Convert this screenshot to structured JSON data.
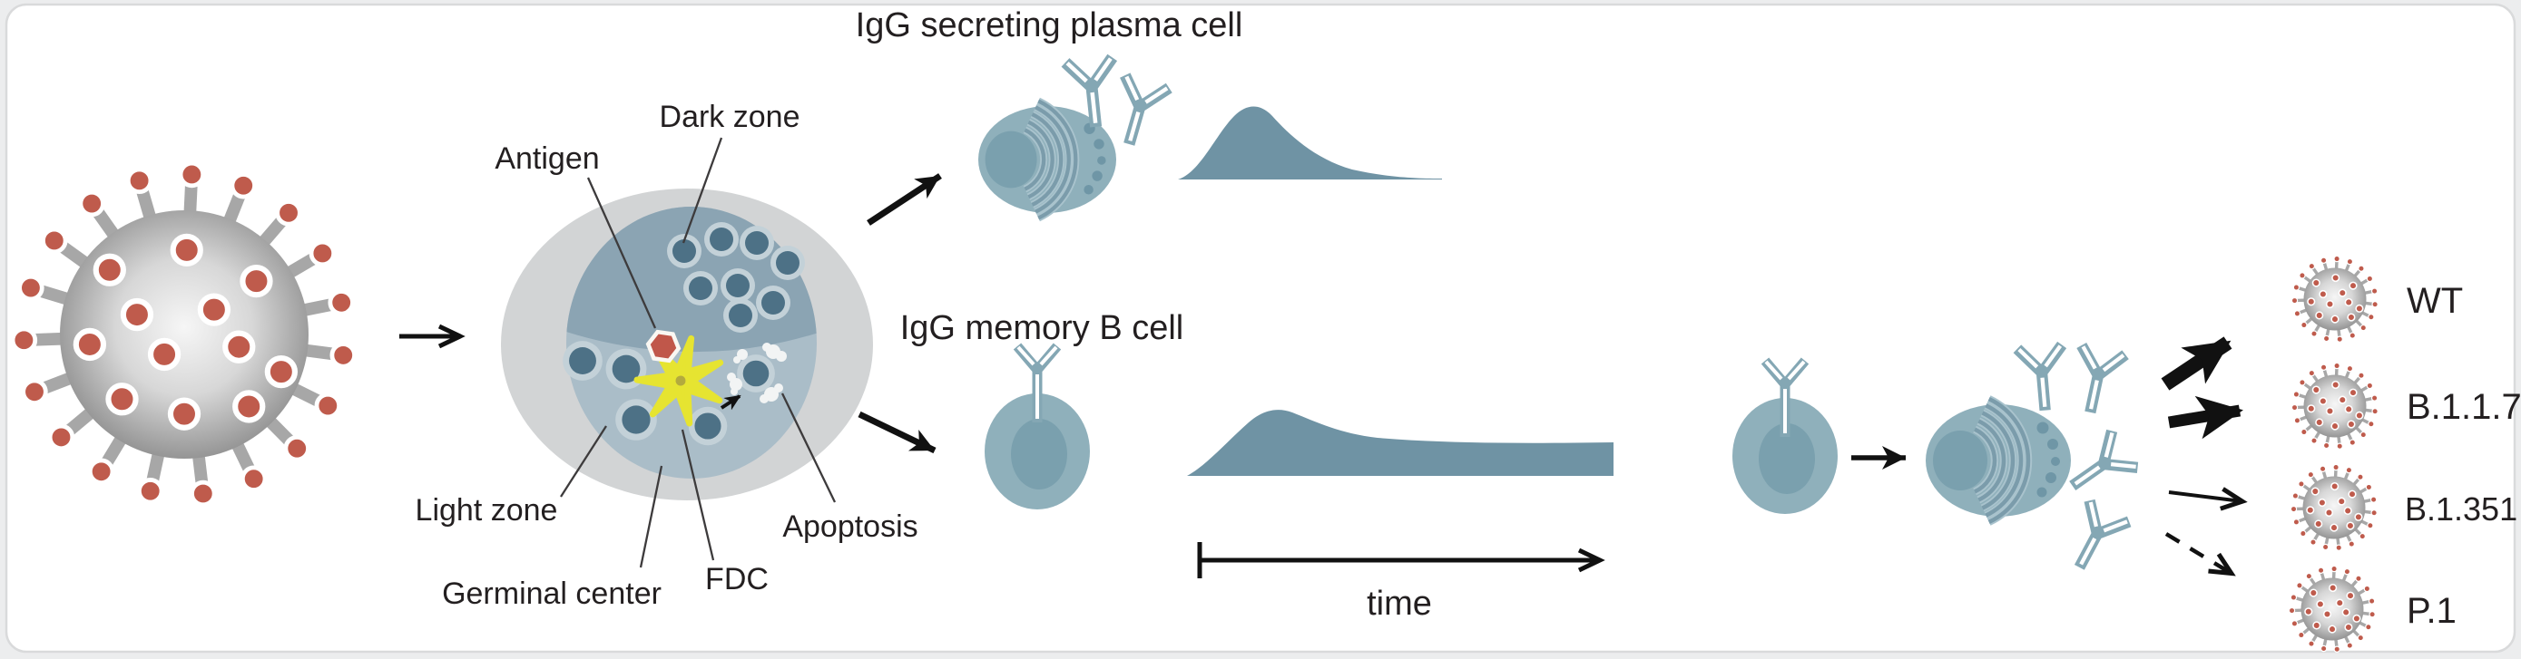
{
  "figure": {
    "type": "immunology-schematic",
    "description_visible_text_only": true
  },
  "germinal_center": {
    "labels": {
      "antigen": "Antigen",
      "dark_zone": "Dark zone",
      "light_zone": "Light zone",
      "germinal_center": "Germinal center",
      "fdc": "FDC",
      "apoptosis": "Apoptosis"
    }
  },
  "outputs": {
    "plasma_title": "IgG secreting plasma cell",
    "memory_title": "IgG memory B cell",
    "time_axis_label": "time"
  },
  "variants": [
    {
      "label": "WT",
      "arrow_style": "very-thick-solid"
    },
    {
      "label": "B.1.1.7",
      "arrow_style": "thick-solid"
    },
    {
      "label": "B.1.351",
      "arrow_style": "thin-solid"
    },
    {
      "label": "P.1",
      "arrow_style": "thin-dashed"
    }
  ],
  "icons": [
    "coronavirus-icon",
    "antigen-hexagon-icon",
    "fdc-star-icon",
    "b-cell-icon",
    "plasma-cell-icon",
    "memory-b-cell-icon",
    "antibody-y-icon",
    "apoptosis-blebs-icon",
    "arrow-icon"
  ],
  "colors": {
    "page_bg": "#ecedee",
    "card_bg": "#ffffff",
    "card_border": "#d9dadb",
    "text": "#231f20",
    "arrow": "#111111",
    "virus_body_light": "#f6f6f6",
    "virus_body_mid": "#d7d7d7",
    "virus_body_dark": "#909090",
    "virus_spike": "#a7a7a7",
    "virus_dot": "#bf5b4c",
    "gc_outer": "#d2d4d5",
    "dark_zone": "#8ba4b3",
    "light_zone": "#aabdc8",
    "cell_halo": "#c3d1d8",
    "cell_nucleus": "#4d7186",
    "antigen_red": "#c0574a",
    "antigen_ring": "#faf7f2",
    "fdc_yellow": "#e6e431",
    "fdc_center": "#b3aa3e",
    "soma_body": "#8fb0bb",
    "soma_nucleus": "#7aa0ae",
    "er_dark": "#7b9cab",
    "er_light": "#a9c3cd",
    "granule": "#6f96a6",
    "antibody": "#84a7b4",
    "curve_fill": "#6f93a4",
    "puff_white": "#f2f4f4"
  }
}
